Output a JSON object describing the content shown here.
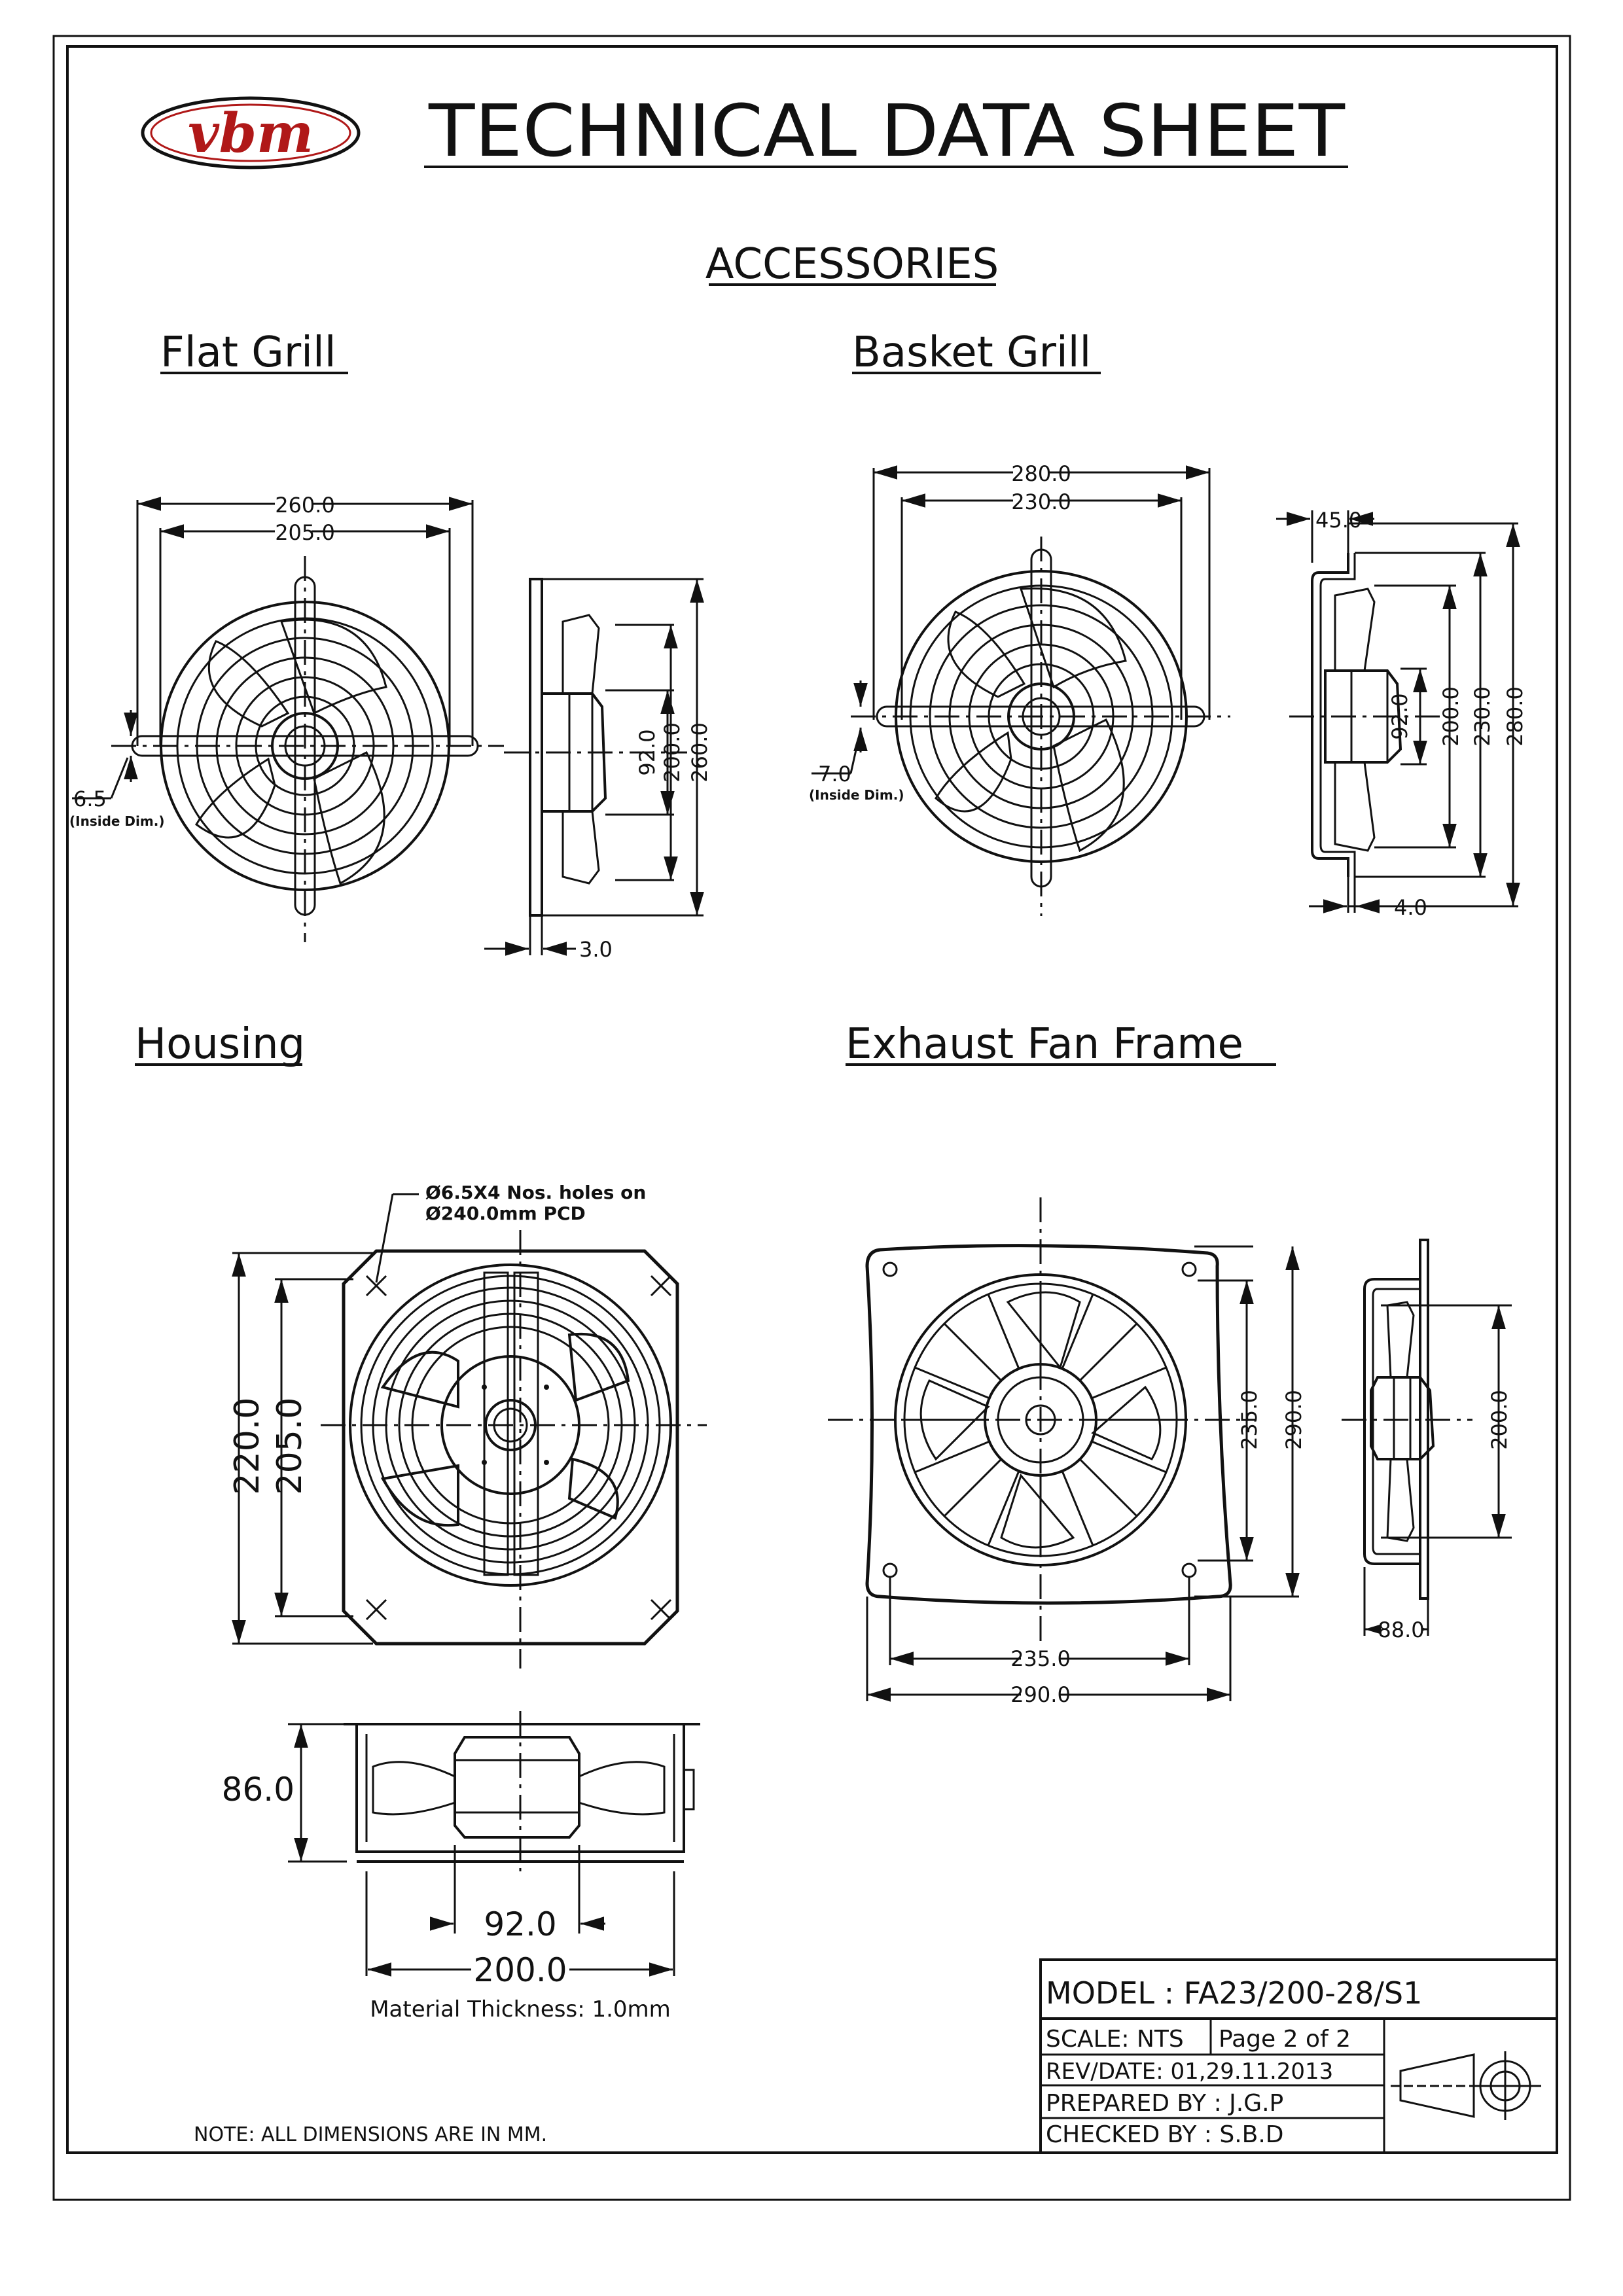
{
  "header": {
    "logo_text": "vbm",
    "title": "TECHNICAL DATA SHEET",
    "subtitle": "ACCESSORIES"
  },
  "sections": {
    "flat_grill": {
      "heading": "Flat Grill",
      "dims": {
        "overall_width": "260.0",
        "inner_width": "205.0",
        "hub": "92.0",
        "ring": "200.0",
        "side_height": "260.0",
        "hole": "6.5",
        "hole_note": "(Inside Dim.)",
        "depth": "3.0"
      }
    },
    "basket_grill": {
      "heading": "Basket Grill",
      "dims": {
        "overall_width": "280.0",
        "inner_width": "230.0",
        "depth": "45.0",
        "hub": "92.0",
        "ring": "200.0",
        "inner_height": "230.0",
        "outer_height": "280.0",
        "hole": "7.0",
        "hole_note": "(Inside Dim.)",
        "flange": "4.0"
      }
    },
    "housing": {
      "heading": "Housing",
      "holes_note_line1": "Ø6.5X4 Nos. holes on",
      "holes_note_line2": "Ø240.0mm PCD",
      "dims": {
        "outer_height": "220.0",
        "inner_height": "205.0",
        "depth": "86.0",
        "hub": "92.0",
        "width": "200.0"
      },
      "material": "Material Thickness: 1.0mm"
    },
    "exhaust_fan_frame": {
      "heading": "Exhaust Fan Frame",
      "dims": {
        "inner_height": "235.0",
        "outer_height": "290.0",
        "side_height": "200.0",
        "depth": "88.0",
        "inner_width": "235.0",
        "outer_width": "290.0"
      }
    }
  },
  "note": "NOTE: ALL DIMENSIONS ARE IN MM.",
  "title_block": {
    "model": "MODEL : FA23/200-28/S1",
    "scale": "SCALE: NTS",
    "page": "Page 2 of 2",
    "rev_date": "REV/DATE: 01,29.11.2013",
    "prepared_by": "PREPARED BY : J.G.P",
    "checked_by": "CHECKED BY : S.B.D"
  },
  "colors": {
    "line": "#111111",
    "logo_fill": "#b01818",
    "background": "#ffffff"
  },
  "icons": [
    "vbm-logo",
    "third-angle-projection-icon"
  ]
}
